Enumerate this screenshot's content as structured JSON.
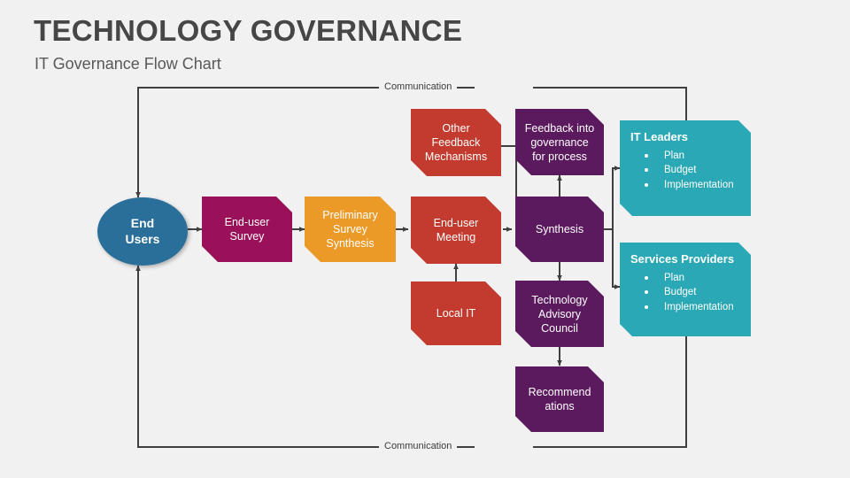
{
  "header": {
    "title": "TECHNOLOGY GOVERNANCE",
    "subtitle": "IT Governance Flow Chart"
  },
  "colors": {
    "background": "#f1f1f1",
    "blue": "#2a6f99",
    "magenta": "#9b1159",
    "orange": "#eb9a28",
    "red": "#c23b2e",
    "purple": "#5b1a5e",
    "teal": "#2ba8b5",
    "connector": "#3f3f3f",
    "title_text": "#464646",
    "subtitle_text": "#585858"
  },
  "labels": {
    "communication_top": "Communication",
    "communication_bottom": "Communication"
  },
  "nodes": {
    "end_users": "End\nUsers",
    "end_user_survey": "End-user\nSurvey",
    "preliminary_survey_synthesis": "Preliminary\nSurvey\nSynthesis",
    "other_feedback_mechanisms": "Other\nFeedback\nMechanisms",
    "end_user_meeting": "End-user\nMeeting",
    "local_it": "Local IT",
    "feedback_into_governance": "Feedback into\ngovernance\nfor process",
    "synthesis": "Synthesis",
    "technology_advisory_council": "Technology\nAdvisory\nCouncil",
    "recommendations": "Recommend\nations"
  },
  "panels": [
    {
      "id": "it-leaders",
      "heading": "IT Leaders",
      "bullets": [
        "Plan",
        "Budget",
        "Implementation"
      ]
    },
    {
      "id": "services-providers",
      "heading": "Services Providers",
      "bullets": [
        "Plan",
        "Budget",
        "Implementation"
      ]
    }
  ]
}
